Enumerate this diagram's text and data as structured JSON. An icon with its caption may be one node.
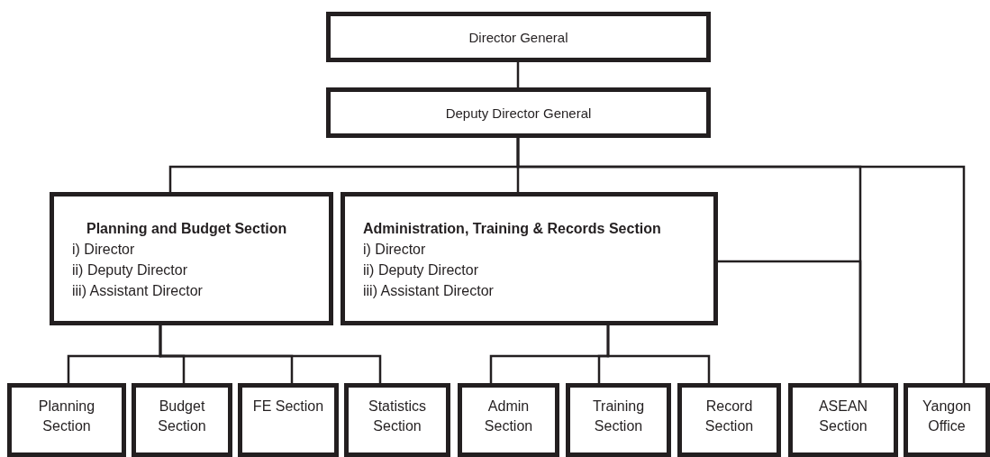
{
  "diagram": {
    "nodes": [
      {
        "text": [
          "Director General"
        ]
      },
      {
        "text": [
          "Deputy Director General"
        ]
      },
      {
        "text": [
          "Planning and Budget Section",
          "i) Director",
          "ii) Deputy Director",
          "iii) Assistant Director"
        ]
      },
      {
        "text": [
          "Administration, Training & Records Section",
          "i) Director",
          "ii) Deputy Director",
          "iii) Assistant Director"
        ]
      },
      {
        "text": [
          "Planning Section"
        ]
      },
      {
        "text": [
          "Budget Section"
        ]
      },
      {
        "text": [
          "FE Section"
        ]
      },
      {
        "text": [
          "Statistics Section"
        ]
      },
      {
        "text": [
          "Admin Section"
        ]
      },
      {
        "text": [
          "Training Section"
        ]
      },
      {
        "text": [
          "Record Section"
        ]
      },
      {
        "text": [
          "ASEAN Section"
        ]
      },
      {
        "text": [
          "Yangon Office"
        ]
      }
    ],
    "edges": [
      {
        "from": 0,
        "to": 1,
        "arrow": "none"
      },
      {
        "from": 1,
        "to": 2,
        "arrow": "none"
      },
      {
        "from": 1,
        "to": 3,
        "arrow": "none"
      },
      {
        "from": 1,
        "to": 11,
        "arrow": "none"
      },
      {
        "from": 1,
        "to": 12,
        "arrow": "none"
      },
      {
        "from": 2,
        "to": 4,
        "arrow": "none"
      },
      {
        "from": 2,
        "to": 5,
        "arrow": "none"
      },
      {
        "from": 2,
        "to": 6,
        "arrow": "none"
      },
      {
        "from": 2,
        "to": 7,
        "arrow": "none"
      },
      {
        "from": 3,
        "to": 8,
        "arrow": "none"
      },
      {
        "from": 3,
        "to": 9,
        "arrow": "none"
      },
      {
        "from": 3,
        "to": 10,
        "arrow": "none"
      },
      {
        "from": 3,
        "to": 11,
        "arrow": "none"
      }
    ]
  }
}
